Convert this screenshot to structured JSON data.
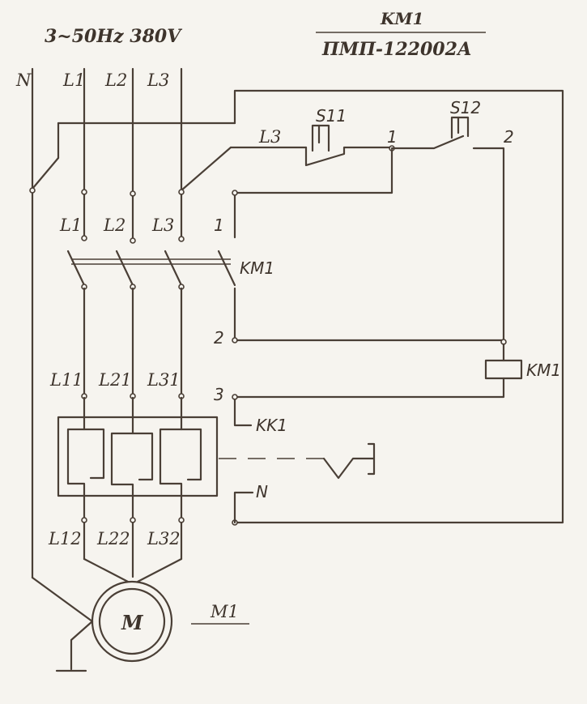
{
  "supply": "3~50Hz 380V",
  "device_tag": "KM1",
  "device_model": "ПМП-122002А",
  "lines": {
    "neutral": "N",
    "l1": "L1",
    "l2": "L2",
    "l3": "L3",
    "l1_mid": "L1",
    "l2_mid": "L2",
    "l3_mid": "L3",
    "l11": "L11",
    "l21": "L21",
    "l31": "L31",
    "l12": "L12",
    "l22": "L22",
    "l32": "L32"
  },
  "control": {
    "l3_label": "L3",
    "stop_button": "S11",
    "start_button": "S12",
    "node_1": "1",
    "node_2": "2",
    "contact_1": "1",
    "contact_2": "2",
    "contact_3": "3",
    "contactor_contacts": "KM1",
    "coil": "KM1",
    "overload_contact": "KK1",
    "neutral_return": "N"
  },
  "motor": {
    "symbol": "M",
    "tag": "M1"
  }
}
